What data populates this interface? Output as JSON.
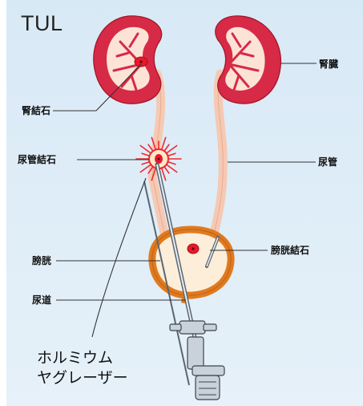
{
  "title": "TUL",
  "labels": {
    "kidney": "腎臓",
    "kidney_stone": "腎結石",
    "ureteral_stone": "尿管結石",
    "ureter": "尿管",
    "bladder_stone": "膀胱結石",
    "bladder": "膀胱",
    "urethra": "尿道"
  },
  "laser": {
    "line1": "ホルミウム",
    "line2": "ヤグレーザー"
  },
  "colors": {
    "background": "#dcecf7",
    "kidney": "#d72a46",
    "kidney_inner": "#fce3d6",
    "ureter": "#f6c9b3",
    "bladder_wall": "#e07a1e",
    "bladder_inner": "#fdeeda",
    "stone": "#e8182a",
    "burst": "#f0282e"
  },
  "icons": [
    "kidney-illustration",
    "ureteroscope-illustration",
    "laser-burst-icon"
  ]
}
